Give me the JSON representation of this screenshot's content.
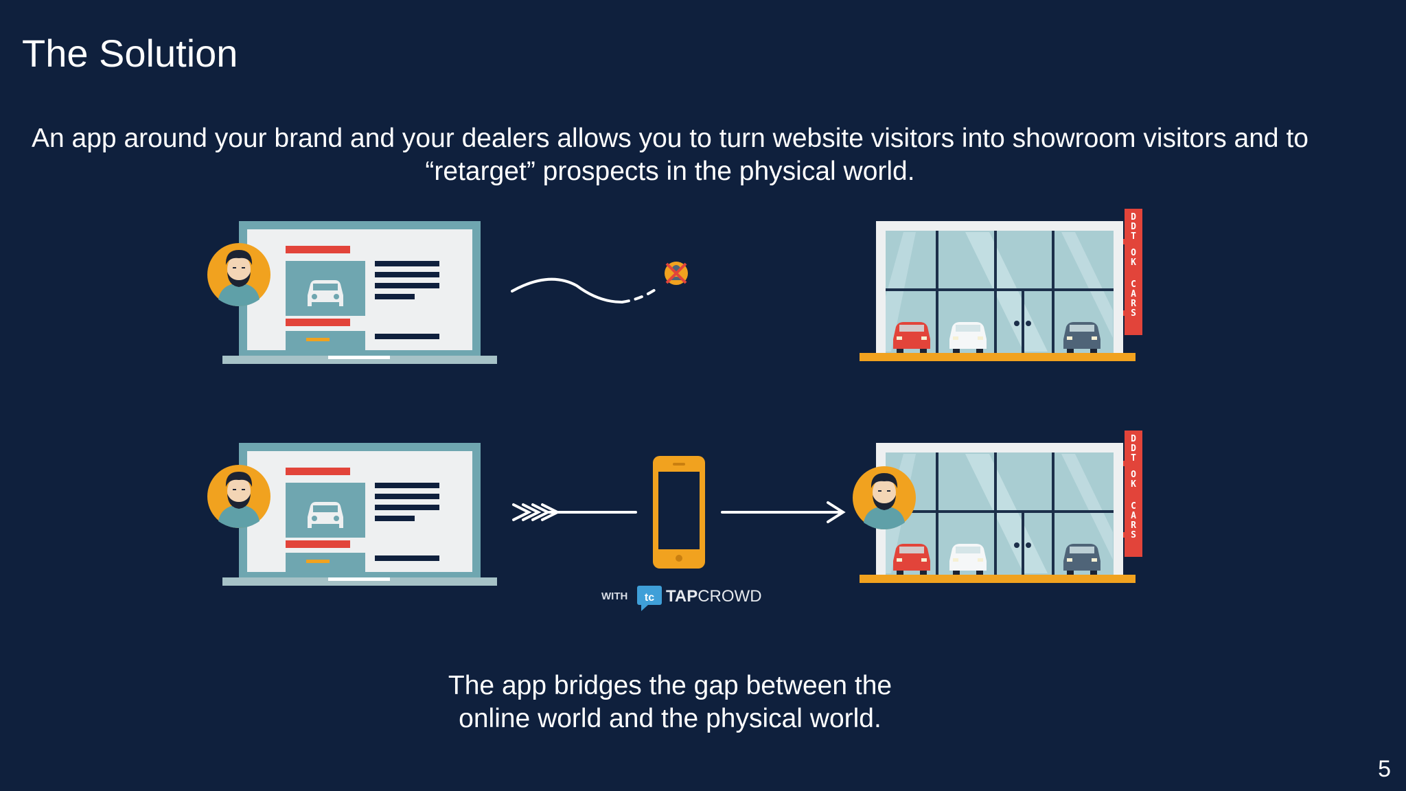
{
  "slide": {
    "title": "The Solution",
    "subtitle_line1": "An app around your brand and your dealers allows you to turn website visitors into showroom visitors and to",
    "subtitle_line2": "“retarget” prospects in the physical world.",
    "caption_line1": "The app bridges the gap between the",
    "caption_line2": "online world and the physical world.",
    "page_number": "5"
  },
  "illustration": {
    "top_row": {
      "scenario": "without-app",
      "lost-visitor-icon": "crossed-out-user-icon"
    },
    "bottom_row": {
      "scenario": "with-app",
      "badge_prefix": "WITH",
      "badge_brand_bold": "TAP",
      "badge_brand_regular": "CROWD"
    },
    "store_sign_text": "DDT OK CARS",
    "colors": {
      "background": "#0f203d",
      "laptop_frame": "#6fa6b0",
      "screen": "#eef0f1",
      "accent_red": "#e2443a",
      "accent_orange": "#f1a21f",
      "glass": "#a9cdd2",
      "line_white": "#ffffff"
    }
  }
}
